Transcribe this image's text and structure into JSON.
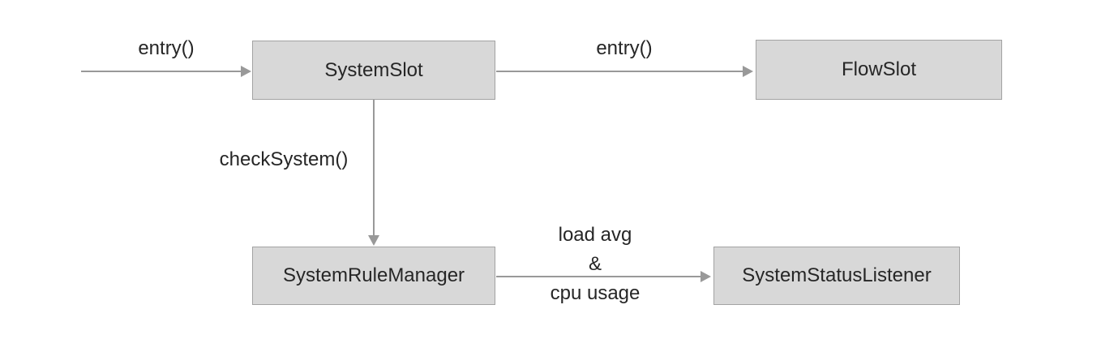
{
  "diagram": {
    "nodes": [
      {
        "id": "system-slot",
        "label": "SystemSlot"
      },
      {
        "id": "flow-slot",
        "label": "FlowSlot"
      },
      {
        "id": "system-rule-manager",
        "label": "SystemRuleManager"
      },
      {
        "id": "system-status-listener",
        "label": "SystemStatusListener"
      }
    ],
    "edges": [
      {
        "from": "external",
        "to": "system-slot",
        "label": "entry()"
      },
      {
        "from": "system-slot",
        "to": "flow-slot",
        "label": "entry()"
      },
      {
        "from": "system-slot",
        "to": "system-rule-manager",
        "label": "checkSystem()"
      },
      {
        "from": "system-rule-manager",
        "to": "system-status-listener",
        "label": "load avg & cpu usage",
        "label_lines": [
          "load avg",
          "&",
          "cpu usage"
        ]
      }
    ],
    "colors": {
      "node_fill": "#d8d8d8",
      "node_border": "#a3a3a3",
      "arrow": "#999999",
      "text": "#262626",
      "background": "#ffffff"
    }
  }
}
